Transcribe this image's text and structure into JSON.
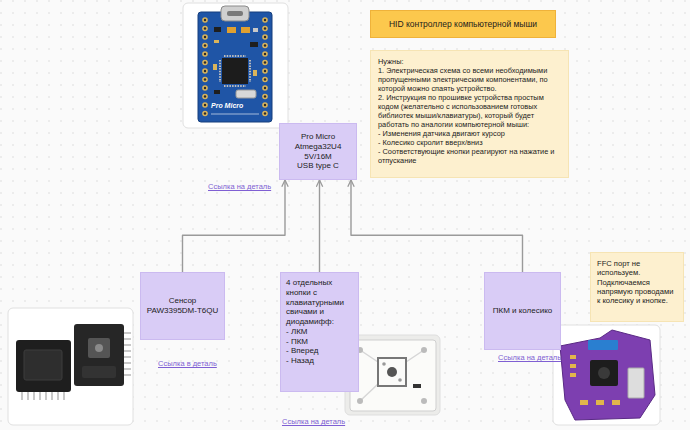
{
  "diagram": {
    "nodes": [
      {
        "text": [
          "HID контроллер компьютерной мыши"
        ]
      },
      {
        "text": [
          "Нужны:",
          "1. Электрическая схема со всеми необходимыми пропущенными электрическим компонентами, по которой можно спаять устройство.",
          "2. Инструкция по прошивке устройства простым кодом (желательно с использованием готовых библиотек мыши/клавиатуры), который будет работать по аналогии компьютерной мыши:",
          "- Изменения датчика двигают курсор",
          "- Колесико скролит вверх/вниз",
          "- Соответствующие кнопки реагируют на нажатие и отпускание"
        ]
      },
      {
        "text": [
          "Pro Micro",
          "Atmega32U4",
          "5V/16M",
          "USB type C"
        ]
      },
      {
        "text": [
          "Сенсор",
          "PAW3395DM-T6QU"
        ]
      },
      {
        "text": [
          "4 отдельных кнопки с клавиатурными свичами и диодамифф:",
          "- ЛКМ",
          "- ПКМ",
          "- Вперед",
          "- Назад"
        ]
      },
      {
        "text": [
          "ПКМ и колесико"
        ]
      },
      {
        "text": [
          "FFC порт не используем. Подключаемся напрямую проводами к колесику и кнопке."
        ]
      }
    ],
    "edges": [
      {
        "from": 3,
        "to": 2,
        "arrow": "to"
      },
      {
        "from": 4,
        "to": 2,
        "arrow": "to"
      },
      {
        "from": 5,
        "to": 2,
        "arrow": "to"
      }
    ],
    "labels": [
      "Pro Micro",
      "Ссылка на деталь",
      "Ссылка в деталь",
      "Ссылка на деталь",
      "Ссылка на деталь"
    ]
  }
}
